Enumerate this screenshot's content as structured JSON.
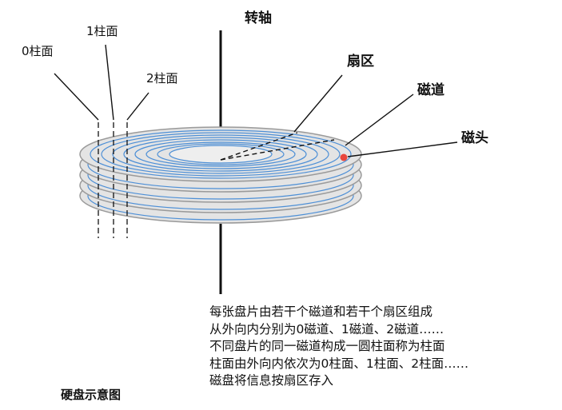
{
  "labels": {
    "spindle": "转轴",
    "sector": "扇区",
    "track": "磁道",
    "head": "磁头",
    "cyl0": "0柱面",
    "cyl1": "1柱面",
    "cyl2": "2柱面"
  },
  "caption": "硬盘示意图",
  "notes": [
    "每张盘片由若干个磁道和若干个扇区组成",
    "从外向内分别为0磁道、1磁道、2磁道……",
    "不同盘片的同一磁道构成一圆柱面称为柱面",
    "柱面由外向内依次为0柱面、1柱面、2柱面……",
    "磁盘将信息按扇区存入"
  ],
  "colors": {
    "platter_fill": "#e4e4e4",
    "platter_edge": "#9a9a9a",
    "track": "#4d8fd6",
    "head": "#e8463c",
    "line": "#222222"
  }
}
